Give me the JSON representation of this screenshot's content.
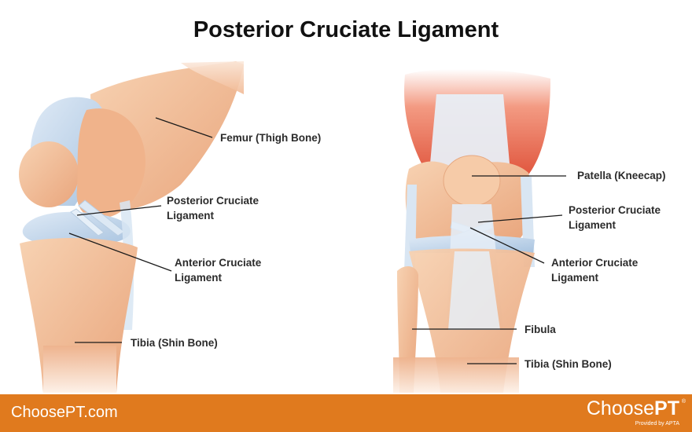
{
  "title": "Posterior Cruciate Ligament",
  "left_view": {
    "labels": {
      "femur": "Femur (Thigh Bone)",
      "pcl_line1": "Posterior Cruciate",
      "pcl_line2": "Ligament",
      "acl_line1": "Anterior Cruciate",
      "acl_line2": "Ligament",
      "tibia": "Tibia (Shin Bone)"
    }
  },
  "right_view": {
    "labels": {
      "patella": "Patella (Kneecap)",
      "pcl_line1": "Posterior Cruciate",
      "pcl_line2": "Ligament",
      "acl_line1": "Anterior Cruciate",
      "acl_line2": "Ligament",
      "fibula": "Fibula",
      "tibia": "Tibia (Shin Bone)"
    }
  },
  "footer": {
    "url": "ChoosePT.com",
    "logo_prefix": "Choose",
    "logo_bold": "PT",
    "logo_tm": "®",
    "logo_sub": "Provided by APTA"
  },
  "colors": {
    "footer_bg": "#e07a1e",
    "bone": "#f3c29c",
    "cartilage": "#c9dcef",
    "muscle": "#e9705a"
  }
}
